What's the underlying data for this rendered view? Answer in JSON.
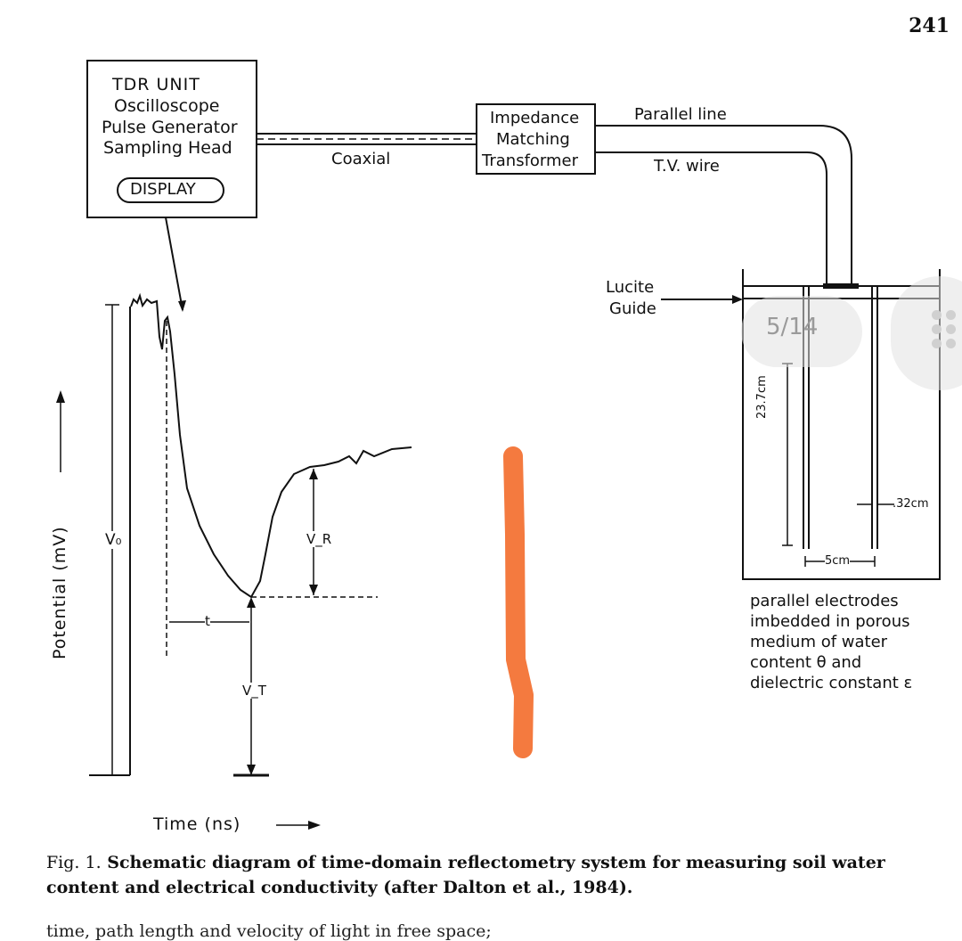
{
  "page_number": "241",
  "tdr_unit": {
    "lines": [
      "TDR  UNIT",
      "Oscilloscope",
      "Pulse  Generator",
      "Sampling  Head"
    ],
    "display_label": "DISPLAY"
  },
  "labels": {
    "coaxial": "Coaxial",
    "transformer": [
      "Impedance",
      "Matching",
      "Transformer"
    ],
    "parallel_line": "Parallel  line",
    "tv_wire": "T.V.  wire",
    "lucite_guide": [
      "Lucite",
      "Guide"
    ],
    "electrode_length": "23.7cm",
    "electrode_gap": "5cm",
    "electrode_diameter": ".32cm",
    "medium_description": [
      "parallel  electrodes",
      "imbedded  in  porous",
      "medium  of  water",
      "content  θ  and",
      "dielectric  constant  ε"
    ],
    "v0": "V₀",
    "vr": "V_R",
    "vt": "V_T",
    "t": "t",
    "y_axis": "Potential   (mV)",
    "x_axis": "Time   (ns)"
  },
  "caption": {
    "label": "Fig. 1.",
    "text": " Schematic diagram of time-domain reflectometry system for measuring soil water content and electrical conductivity (after Dalton et al., 1984)."
  },
  "partial_text": "time, path length and velocity of light in free space;",
  "viewer": {
    "page_indicator": "5/14"
  },
  "colors": {
    "ink": "#111111",
    "highlight_stroke": "#f47a3f"
  }
}
